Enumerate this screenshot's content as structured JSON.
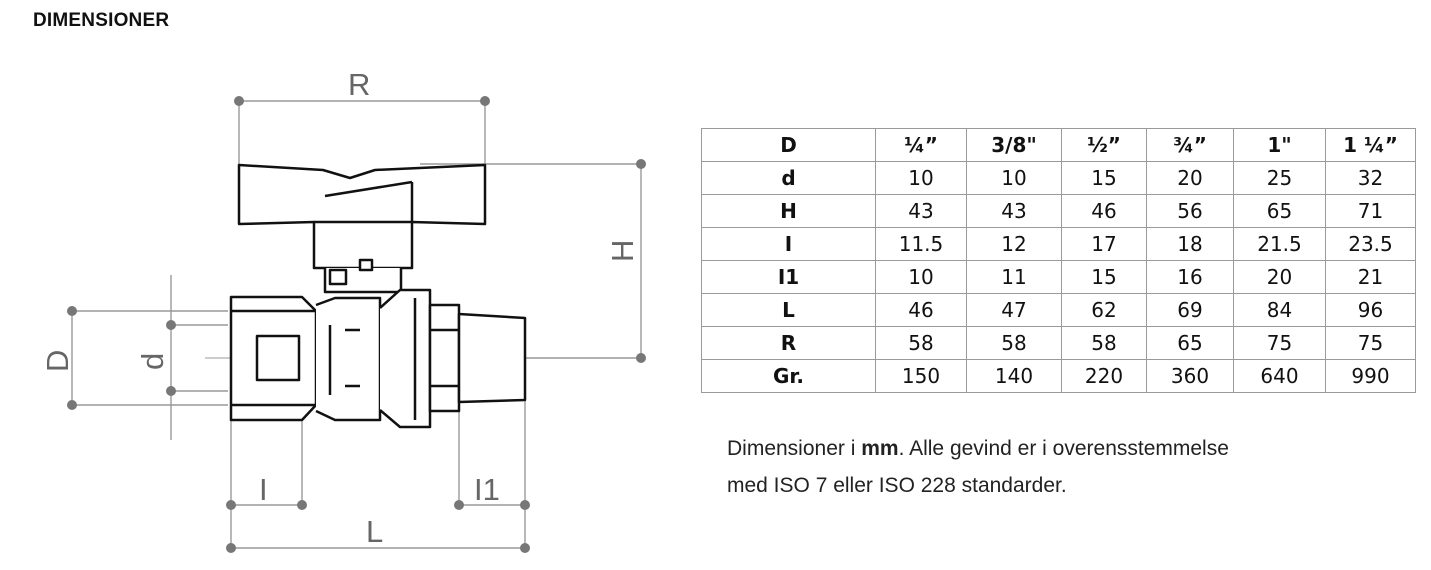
{
  "title": "DIMENSIONER",
  "drawing": {
    "labels": {
      "R": "R",
      "H": "H",
      "D": "D",
      "d": "d",
      "I": "I",
      "I1": "I1",
      "L": "L"
    }
  },
  "table": {
    "header": {
      "label": "D",
      "cols": [
        "¼”",
        "3/8\"",
        "½”",
        "¾”",
        "1\"",
        "1 ¼”"
      ]
    },
    "rows": [
      {
        "label": "d",
        "values": [
          "10",
          "10",
          "15",
          "20",
          "25",
          "32"
        ]
      },
      {
        "label": "H",
        "values": [
          "43",
          "43",
          "46",
          "56",
          "65",
          "71"
        ]
      },
      {
        "label": "I",
        "values": [
          "11.5",
          "12",
          "17",
          "18",
          "21.5",
          "23.5"
        ]
      },
      {
        "label": "I1",
        "values": [
          "10",
          "11",
          "15",
          "16",
          "20",
          "21"
        ]
      },
      {
        "label": "L",
        "values": [
          "46",
          "47",
          "62",
          "69",
          "84",
          "96"
        ]
      },
      {
        "label": "R",
        "values": [
          "58",
          "58",
          "58",
          "65",
          "75",
          "75"
        ]
      },
      {
        "label": "Gr.",
        "values": [
          "150",
          "140",
          "220",
          "360",
          "640",
          "990"
        ]
      }
    ]
  },
  "note": {
    "part1": "Dimensioner i ",
    "bold": "mm",
    "part2": ". Alle gevind er i overensstemmelse",
    "line2": "med ISO 7 eller ISO 228 standarder."
  }
}
